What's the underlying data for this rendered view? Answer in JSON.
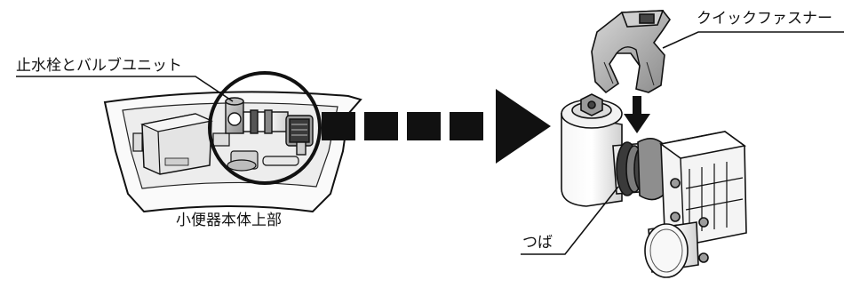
{
  "labels": {
    "valve_unit": "止水栓とバルブユニット",
    "urinal_top": "小便器本体上部",
    "quick_fastener": "クイックファスナー",
    "flange": "つば"
  },
  "colors": {
    "line": "#111111",
    "fill_light": "#ffffff",
    "fill_mid": "#bfbfbf",
    "fill_dark": "#555555",
    "arrow": "#111111"
  }
}
